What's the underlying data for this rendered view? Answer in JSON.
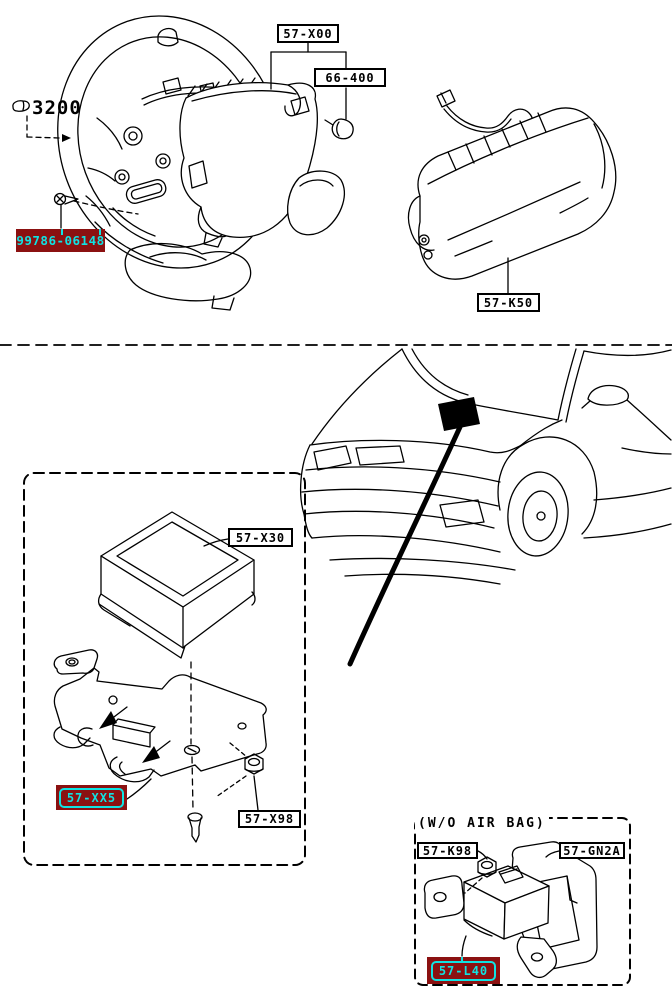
{
  "colors": {
    "highlight_background": "#8B1111",
    "highlight_text": "#0FE3E3",
    "line_art": "#000000",
    "background": "#FFFFFF"
  },
  "steering_wheel_section": {
    "assembly_ref": "3200",
    "driver_airbag_module_label": "57-X00",
    "horn_contact_label": "66-400",
    "highlighted_screw_part_number": "99786-06148"
  },
  "passenger_airbag_section": {
    "module_label": "57-K50"
  },
  "diagnostic_module_section": {
    "unit_label": "57-X30",
    "highlighted_bracket_label": "57-XX5",
    "nut_label": "57-X98"
  },
  "without_airbag_section": {
    "header": "(W/O AIR BAG)",
    "nut_label": "57-K98",
    "plate_label": "57-GN2A",
    "highlighted_unit_label": "57-L40"
  }
}
